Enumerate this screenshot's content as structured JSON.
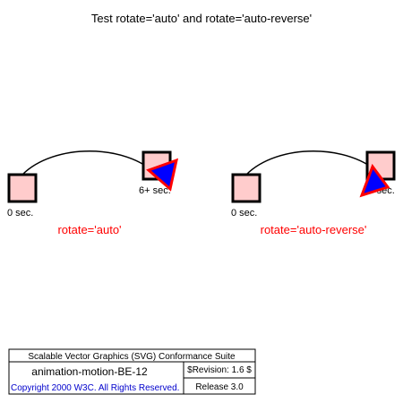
{
  "page": {
    "title": "Test rotate='auto' and rotate='auto-reverse'"
  },
  "demos": [
    {
      "start_label": "0 sec.",
      "end_label": "6+ sec.",
      "caption": "rotate='auto'"
    },
    {
      "start_label": "0 sec.",
      "end_label": "6+ sec.",
      "caption": "rotate='auto-reverse'"
    }
  ],
  "footer": {
    "suite_name": "Scalable Vector Graphics (SVG) Conformance Suite",
    "test_name": "animation-motion-BE-12",
    "revision": "$Revision: 1.6 $",
    "copyright": "Copyright 2000 W3C. All Rights Reserved.",
    "release": "Release 3.0"
  },
  "colors": {
    "marker_fill": "#ffcccc",
    "marker_stroke": "#000000",
    "triangle_fill": "#0000ff",
    "triangle_stroke": "#ff0000",
    "caption_text": "#ff0000",
    "copyright_text": "#0000cc"
  },
  "icons": {
    "moving_shape": "triangle-arrow-icon",
    "position_marker": "square-marker-icon"
  }
}
